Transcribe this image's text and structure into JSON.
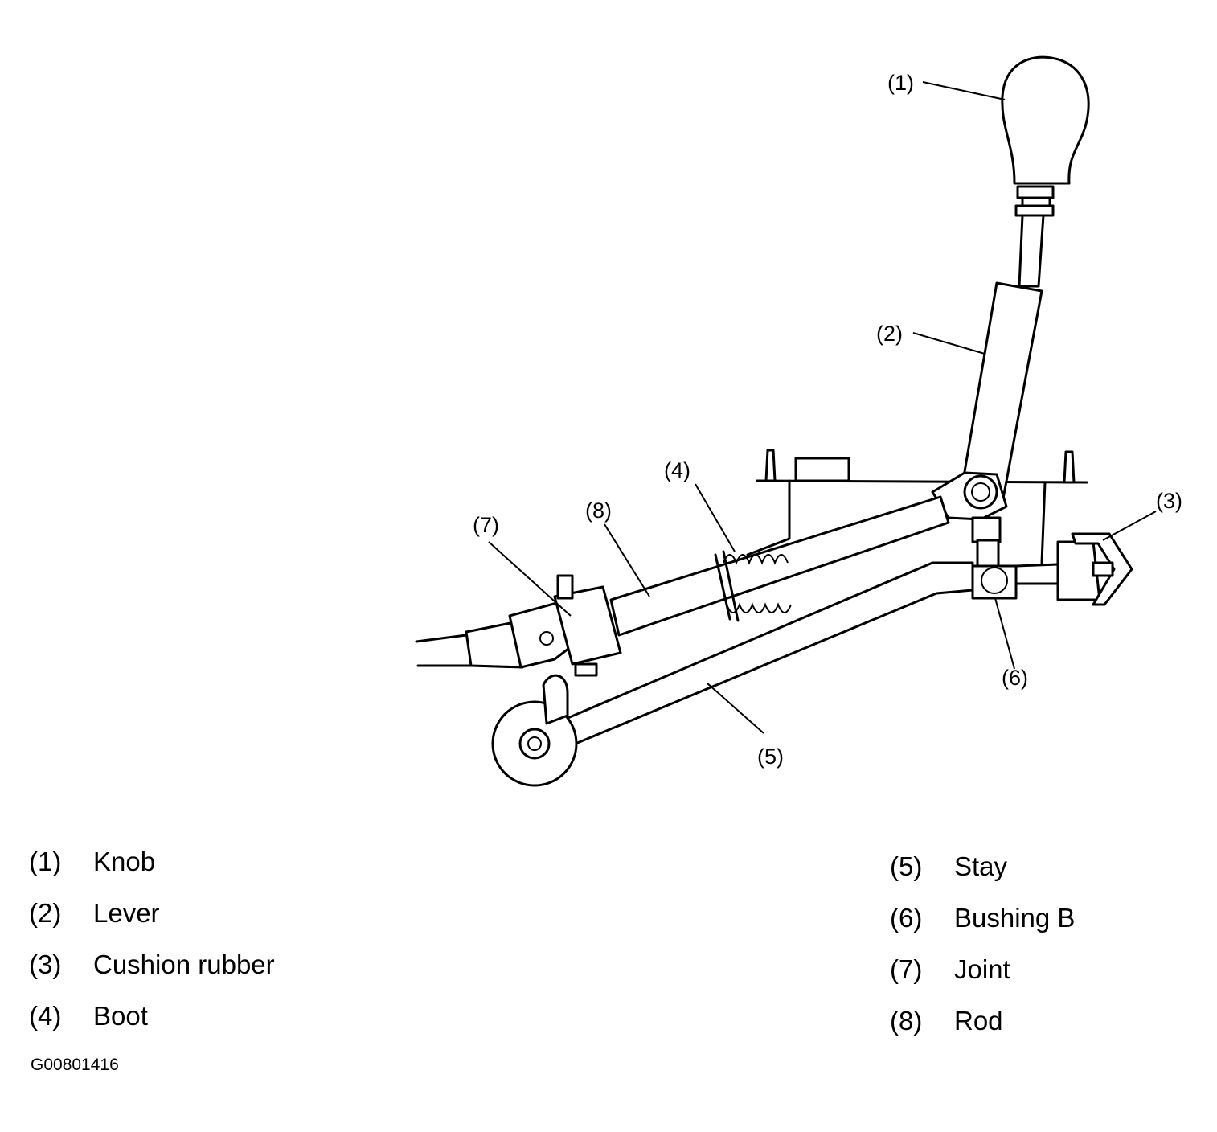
{
  "callouts": {
    "c1": "(1)",
    "c2": "(2)",
    "c3": "(3)",
    "c4": "(4)",
    "c5": "(5)",
    "c6": "(6)",
    "c7": "(7)",
    "c8": "(8)"
  },
  "legend_left": [
    {
      "num": "(1)",
      "label": "Knob"
    },
    {
      "num": "(2)",
      "label": "Lever"
    },
    {
      "num": "(3)",
      "label": "Cushion rubber"
    },
    {
      "num": "(4)",
      "label": "Boot"
    }
  ],
  "legend_right": [
    {
      "num": "(5)",
      "label": "Stay"
    },
    {
      "num": "(6)",
      "label": "Bushing B"
    },
    {
      "num": "(7)",
      "label": "Joint"
    },
    {
      "num": "(8)",
      "label": "Rod"
    }
  ],
  "figure_code": "G00801416"
}
